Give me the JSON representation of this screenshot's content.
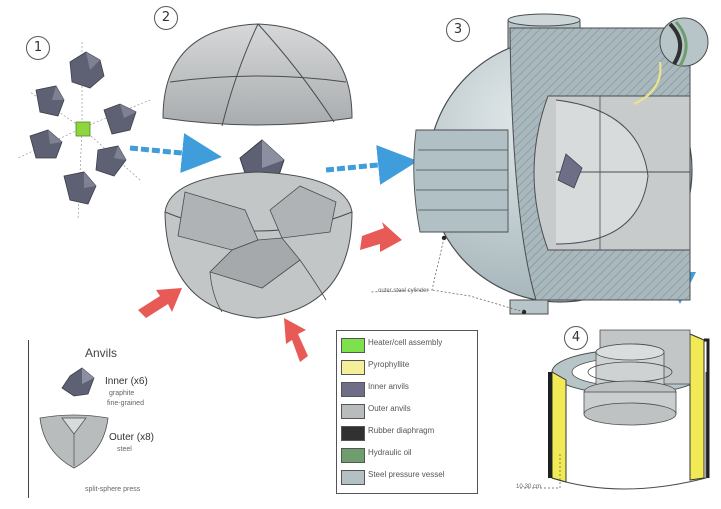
{
  "steps": [
    "1",
    "2",
    "3",
    "4"
  ],
  "anvils": {
    "title": "Anvils",
    "inner_label": "Inner (x6)",
    "inner_material": "graphite",
    "inner_note": "fine-grained",
    "outer_label": "Outer (x8)",
    "outer_material": "steel",
    "footnote": "split-sphere press"
  },
  "legend": [
    {
      "label": "Heater/cell assembly",
      "color": "#7ee04a"
    },
    {
      "label": "Pyrophyllite",
      "color": "#f5ef9a"
    },
    {
      "label": "Inner anvils",
      "color": "#6e6f86"
    },
    {
      "label": "Outer anvils",
      "color": "#b9bcbd"
    },
    {
      "label": "Rubber diaphragm",
      "color": "#2f3133"
    },
    {
      "label": "Hydraulic oil",
      "color": "#6f9d6e"
    },
    {
      "label": "Steel pressure vessel",
      "color": "#b3c1c5"
    }
  ],
  "callouts": {
    "sphere_note": "outer steel cylinder",
    "vessel_note": "10-30 cm"
  },
  "colors": {
    "anvil_dark": "#5d6173",
    "steel": "#c3c6c7",
    "vessel": "#b7c5c9",
    "blue_arrow": "#3f9ddc",
    "red_arrow": "#e85a55",
    "yellow": "#f1ea55",
    "green": "#7ee04a"
  }
}
